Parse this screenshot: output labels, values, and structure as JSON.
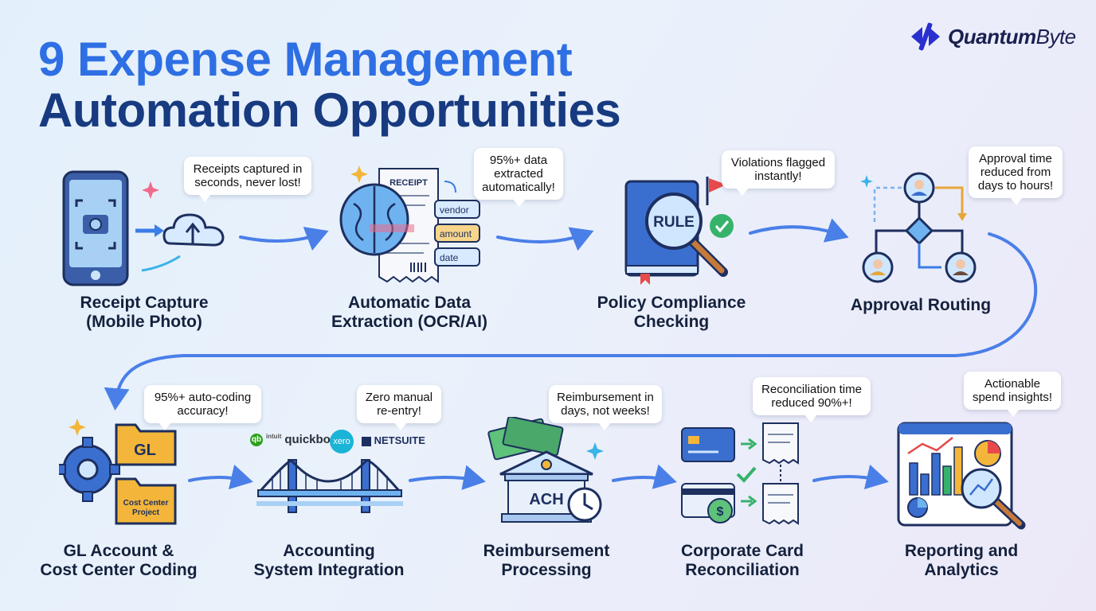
{
  "title": {
    "line1": "9 Expense Management",
    "line2": "Automation Opportunities"
  },
  "logo": {
    "icon": "quantumbyte-logo-icon",
    "text_bold": "Quantum",
    "text_regular": "Byte"
  },
  "colors": {
    "accent": "#2f6fe4",
    "title_dark": "#173a80",
    "label": "#14213d",
    "flow_arrow": "#4a7fe8"
  },
  "steps": [
    {
      "label_1": "Receipt Capture",
      "label_2": "(Mobile Photo)",
      "bubble_1": "Receipts captured in",
      "bubble_2": "seconds, never lost!",
      "icon": "phone-camera-cloud-upload-icon"
    },
    {
      "label_1": "Automatic Data",
      "label_2": "Extraction (OCR/AI)",
      "bubble_1": "95%+ data",
      "bubble_2": "extracted",
      "bubble_3": "automatically!",
      "icon": "brain-receipt-icon",
      "receipt_title": "RECEIPT",
      "fields": [
        "vendor",
        "amount",
        "date"
      ]
    },
    {
      "label_1": "Policy Compliance",
      "label_2": "Checking",
      "bubble_1": "Violations flagged",
      "bubble_2": "instantly!",
      "icon": "rule-book-magnifier-icon",
      "rule_text": "RULE"
    },
    {
      "label_1": "Approval Routing",
      "bubble_1": "Approval time",
      "bubble_2": "reduced from",
      "bubble_3": "days to hours!",
      "icon": "approval-flowchart-icon"
    },
    {
      "label_1": "GL Account &",
      "label_2": "Cost Center Coding",
      "bubble_1": "95%+ auto-coding",
      "bubble_2": "accuracy!",
      "icon": "gear-folders-icon",
      "folder_1": "GL",
      "folder_2a": "Cost Center",
      "folder_2b": "Project"
    },
    {
      "label_1": "Accounting",
      "label_2": "System Integration",
      "bubble_1": "Zero manual",
      "bubble_2": "re-entry!",
      "icon": "bridge-icon",
      "brand_1_small": "intuit",
      "brand_1": "quickbooks",
      "brand_2": "xero",
      "brand_3": "NETSUITE"
    },
    {
      "label_1": "Reimbursement",
      "label_2": "Processing",
      "bubble_1": "Reimbursement in",
      "bubble_2": "days, not weeks!",
      "icon": "bank-cash-clock-icon",
      "bank_text": "ACH"
    },
    {
      "label_1": "Corporate Card",
      "label_2": "Reconciliation",
      "bubble_1": "Reconciliation time",
      "bubble_2": "reduced 90%+!",
      "icon": "cards-receipts-check-icon"
    },
    {
      "label_1": "Reporting and",
      "label_2": "Analytics",
      "bubble_1": "Actionable",
      "bubble_2": "spend insights!",
      "icon": "dashboard-magnifier-icon"
    }
  ]
}
